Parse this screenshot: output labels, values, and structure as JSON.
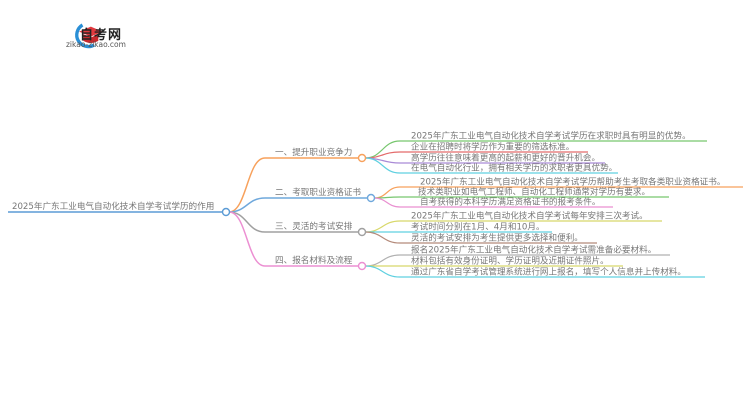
{
  "logo": {
    "title": "自考网",
    "url": "zikao-zikao.com"
  },
  "root": {
    "label": "2025年广东工业电气自动化技术自学考试学历的作用",
    "color": "#5b9bd5"
  },
  "branches": [
    {
      "label": "一、提升职业竞争力",
      "color": "#f7a15c",
      "leaves": [
        {
          "text": "2025年广东工业电气自动化技术自学考试学历在求职时具有明显的优势。",
          "color": "#77c66e"
        },
        {
          "text": "企业在招聘时将学历作为重要的筛选标准。",
          "color": "#e46b6b"
        },
        {
          "text": "高学历往往意味着更高的起薪和更好的晋升机会。",
          "color": "#a98ad6"
        },
        {
          "text": "在电气自动化行业，拥有相关学历的求职者更具优势。",
          "color": "#5fd0e0"
        }
      ]
    },
    {
      "label": "二、考取职业资格证书",
      "color": "#6fa8dc",
      "leaves": [
        {
          "text": "2025年广东工业电气自动化技术自学考试学历帮助考生考取各类职业资格证书。",
          "color": "#f7a15c"
        },
        {
          "text": "技术类职业如电气工程师、自动化工程师通常对学历有要求。",
          "color": "#77c66e"
        },
        {
          "text": "自考获得的本科学历满足资格证书的报考条件。",
          "color": "#e98fd0"
        }
      ]
    },
    {
      "label": "三、灵活的考试安排",
      "color": "#a0a0a0",
      "leaves": [
        {
          "text": "2025年广东工业电气自动化技术自学考试每年安排三次考试。",
          "color": "#d8d86a"
        },
        {
          "text": "考试时间分别在1月、4月和10月。",
          "color": "#5fd0e0"
        },
        {
          "text": "灵活的考试安排为考生提供更多选择和便利。",
          "color": "#b48a7a"
        }
      ]
    },
    {
      "label": "四、报名材料及流程",
      "color": "#ec8fd2",
      "leaves": [
        {
          "text": "报名2025年广东工业电气自动化技术自学考试需准备必要材料。",
          "color": "#b0b0b0"
        },
        {
          "text": "材料包括有效身份证明、学历证明及近期证件照片。",
          "color": "#d8d86a"
        },
        {
          "text": "通过广东省自学考试管理系统进行网上报名，填写个人信息并上传材料。",
          "color": "#5fd0e0"
        }
      ]
    }
  ]
}
